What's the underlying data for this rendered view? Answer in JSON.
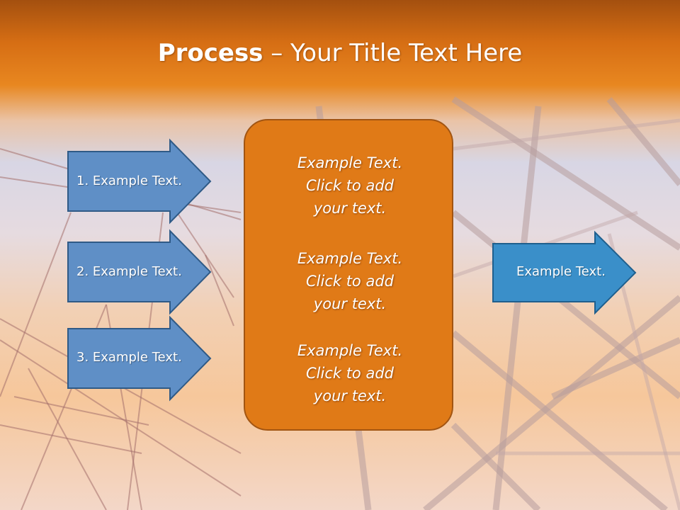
{
  "title": {
    "bold": "Process",
    "rest": " – Your Title Text Here"
  },
  "left_arrows": [
    {
      "label": "1. Example Text."
    },
    {
      "label": "2. Example Text."
    },
    {
      "label": "3. Example Text."
    }
  ],
  "center_box": {
    "blocks": [
      {
        "lines": [
          "Example Text.",
          "Click  to add",
          "your text."
        ]
      },
      {
        "lines": [
          "Example Text.",
          "Click  to add",
          "your text."
        ]
      },
      {
        "lines": [
          "Example Text.",
          "Click  to add",
          "your text."
        ]
      }
    ]
  },
  "right_arrow": {
    "label": "Example Text."
  },
  "colors": {
    "left_arrow_fill": "#5f8fc6",
    "right_arrow_fill": "#3a8fc9",
    "center_fill": "#e07a17",
    "header": "#d66e14"
  }
}
